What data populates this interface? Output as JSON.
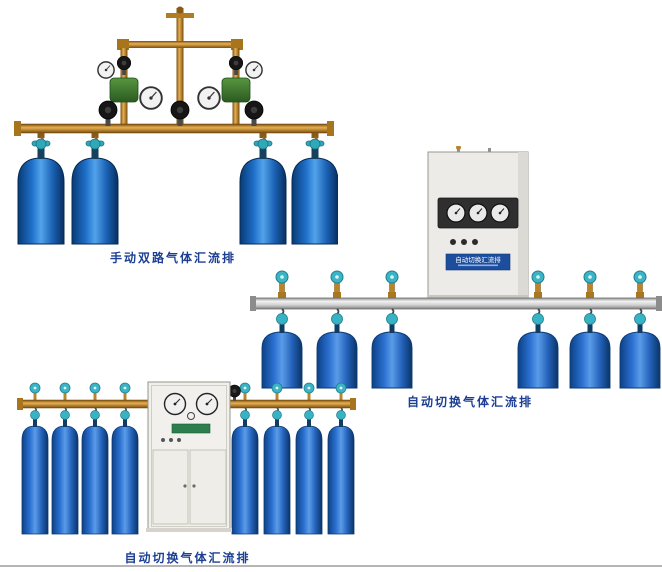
{
  "page": {
    "background": "#ffffff",
    "divider_color": "#b5b5b5",
    "caption_color": "#1c3f94"
  },
  "products": [
    {
      "name": "manual-dual-gas-manifold",
      "caption": "手动双路气体汇流排",
      "cylinders": 4,
      "gauges": 4,
      "handwheels": 3,
      "colors": {
        "pipe": "#c08a2e",
        "cylinder": "#1f6fc9",
        "valve_cap": "#2fa8ba",
        "regulator": "#3f7d33"
      }
    },
    {
      "name": "automatic-switching-gas-manifold",
      "caption": "自动切换气体汇流排",
      "cabinet_label": "自动切换汇流排",
      "cylinders": 6,
      "gauges": 3,
      "indicator_lights": 3,
      "colors": {
        "pipe": "#cfcfcf",
        "cylinder": "#2a6fd0",
        "valve_cap": "#3cb4c5",
        "cabinet": "#ecebe7",
        "label_plate": "#1d4e9e"
      }
    },
    {
      "name": "automatic-switching-gas-manifold-with-cabinet",
      "caption": "自动切换气体汇流排",
      "cylinders": 8,
      "gauges": 2,
      "colors": {
        "pipe": "#c08a2e",
        "cylinder": "#2a6fd0",
        "valve_cap": "#3cb4c5",
        "cabinet": "#f1f0ec",
        "label_plate": "#2e7d4e"
      }
    }
  ]
}
